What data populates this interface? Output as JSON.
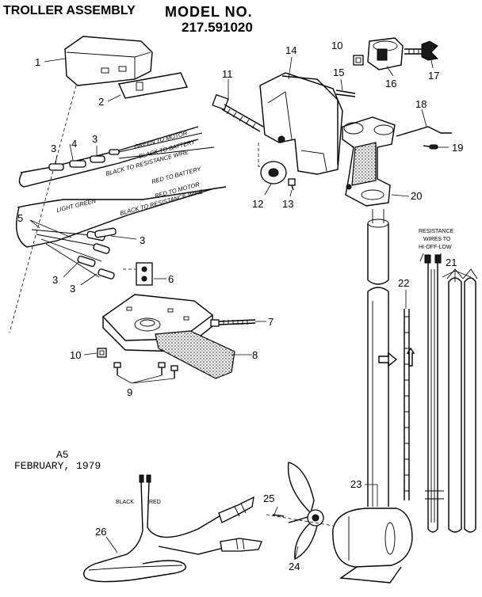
{
  "header": {
    "title": "TROLLER ASSEMBLY",
    "model_label": "MODEL NO.",
    "model_number": "217.591020"
  },
  "footer": {
    "code": "A5",
    "date": "FEBRUARY, 1979"
  },
  "wire_labels": {
    "green_to_motor": "GREEN TO MOTOR",
    "black_to_battery": "BLACK TO BATTERY",
    "black_to_resistance_1": "BLACK TO RESISTANCE WIRE",
    "red_to_battery": "RED TO BATTERY",
    "light_green": "LIGHT GREEN",
    "red_to_motor": "RED TO MOTOR",
    "black_to_resistance_2": "BLACK TO RESISTANCE WIRE",
    "resistance_1": "RESISTANCE",
    "resistance_2": "WIRES TO",
    "resistance_3": "HI-OFF-LOW",
    "black": "BLACK",
    "red": "RED"
  },
  "callouts": {
    "n1": "1",
    "n2": "2",
    "n3a": "3",
    "n3b": "3",
    "n3c": "3",
    "n3d": "3",
    "n3e": "3",
    "n4": "4",
    "n5": "5",
    "n6": "6",
    "n7": "7",
    "n8": "8",
    "n9": "9",
    "n10a": "10",
    "n10b": "10",
    "n11": "11",
    "n12": "12",
    "n13": "13",
    "n14": "14",
    "n15": "15",
    "n16": "16",
    "n17": "17",
    "n18": "18",
    "n19": "19",
    "n20": "20",
    "n21": "21",
    "n22": "22",
    "n23": "23",
    "n24": "24",
    "n25": "25",
    "n26": "26"
  }
}
